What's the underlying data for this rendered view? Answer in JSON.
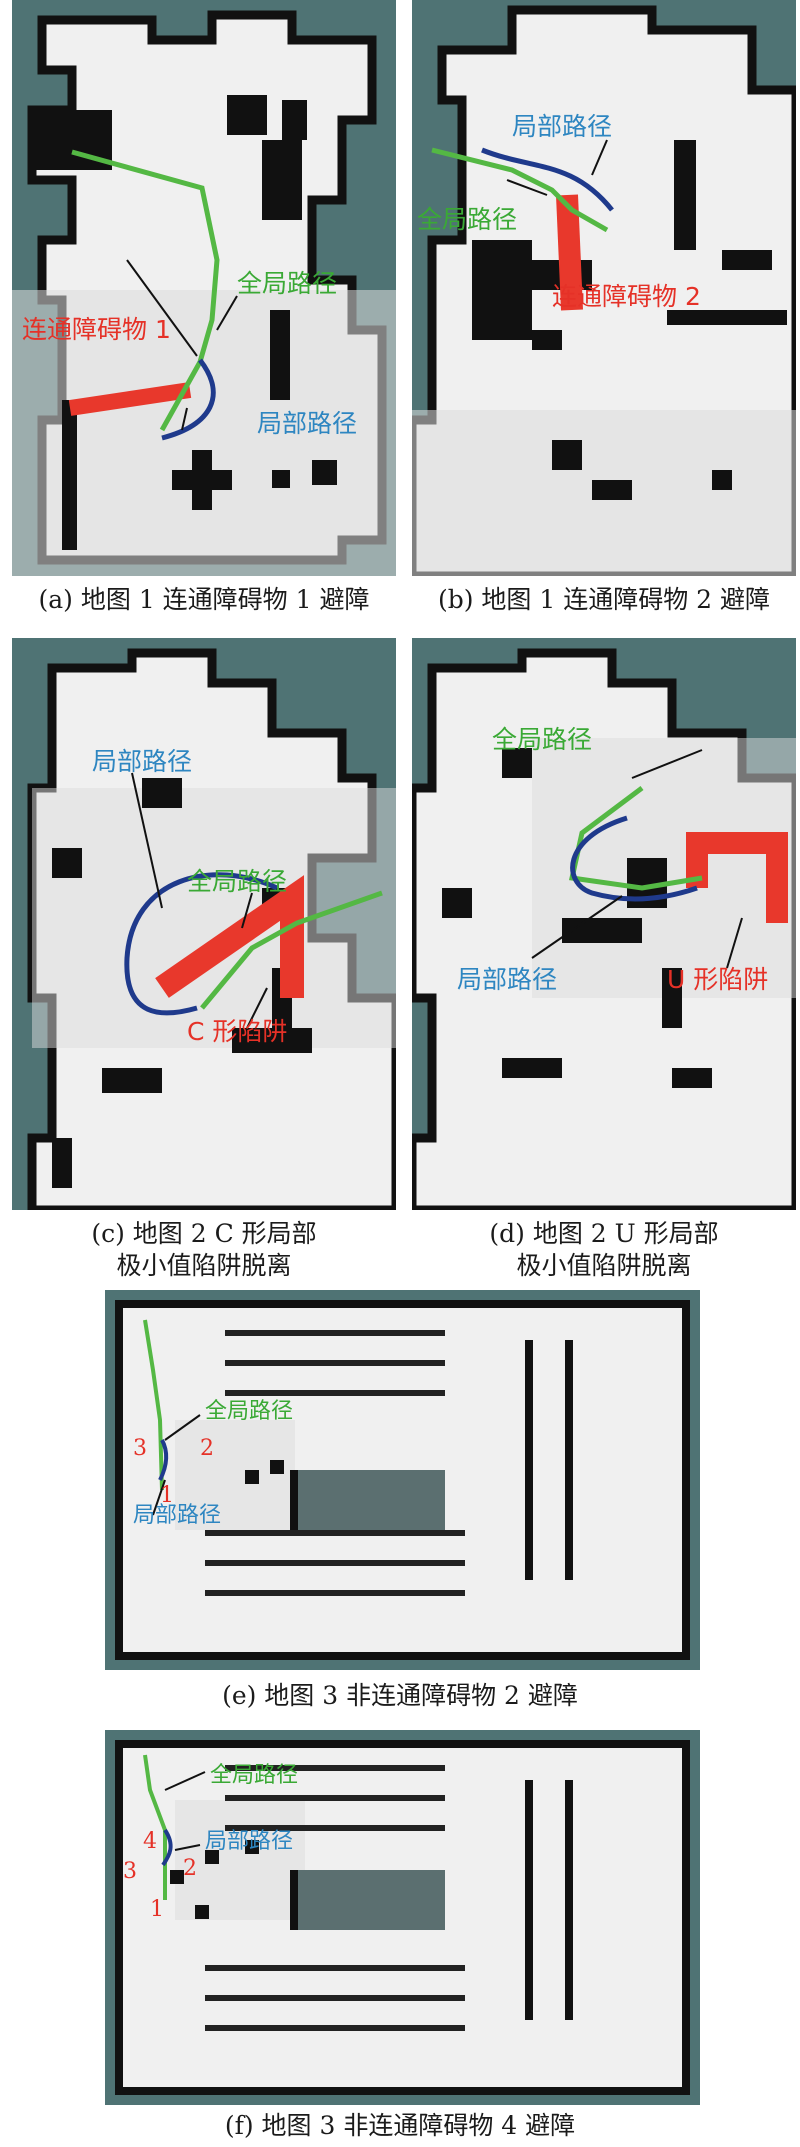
{
  "colors": {
    "background_teal": "#4f7374",
    "free_space": "#f0f0f0",
    "unknown_gray": "#c8c8c8",
    "obstacle_black": "#111111",
    "global_path": "#54b844",
    "local_path": "#1f3a8c",
    "obstacle_red": "#e8382c",
    "label_blue": "#2e86c1",
    "label_green": "#3aa935",
    "label_red": "#e53127"
  },
  "panels": {
    "a": {
      "caption": "(a) 地图 1 连通障碍物 1 避障",
      "labels": {
        "global": "全局路径",
        "local": "局部路径",
        "obstacle": "连通障碍物 1"
      }
    },
    "b": {
      "caption": "(b) 地图 1 连通障碍物 2 避障",
      "labels": {
        "global": "全局路径",
        "local": "局部路径",
        "obstacle": "连通障碍物 2"
      }
    },
    "c": {
      "caption_line1": "(c) 地图 2 C 形局部",
      "caption_line2": "极小值陷阱脱离",
      "labels": {
        "global": "全局路径",
        "local": "局部路径",
        "trap": "C 形陷阱"
      }
    },
    "d": {
      "caption_line1": "(d) 地图 2 U 形局部",
      "caption_line2": "极小值陷阱脱离",
      "labels": {
        "global": "全局路径",
        "local": "局部路径",
        "trap": "U 形陷阱"
      }
    },
    "e": {
      "caption": "(e) 地图 3 非连通障碍物 2 避障",
      "labels": {
        "global": "全局路径",
        "local": "局部路径",
        "n1": "1",
        "n2": "2",
        "n3": "3"
      }
    },
    "f": {
      "caption": "(f) 地图 3 非连通障碍物 4 避障",
      "labels": {
        "global": "全局路径",
        "local": "局部路径",
        "n1": "1",
        "n2": "2",
        "n3": "3",
        "n4": "4"
      }
    }
  }
}
